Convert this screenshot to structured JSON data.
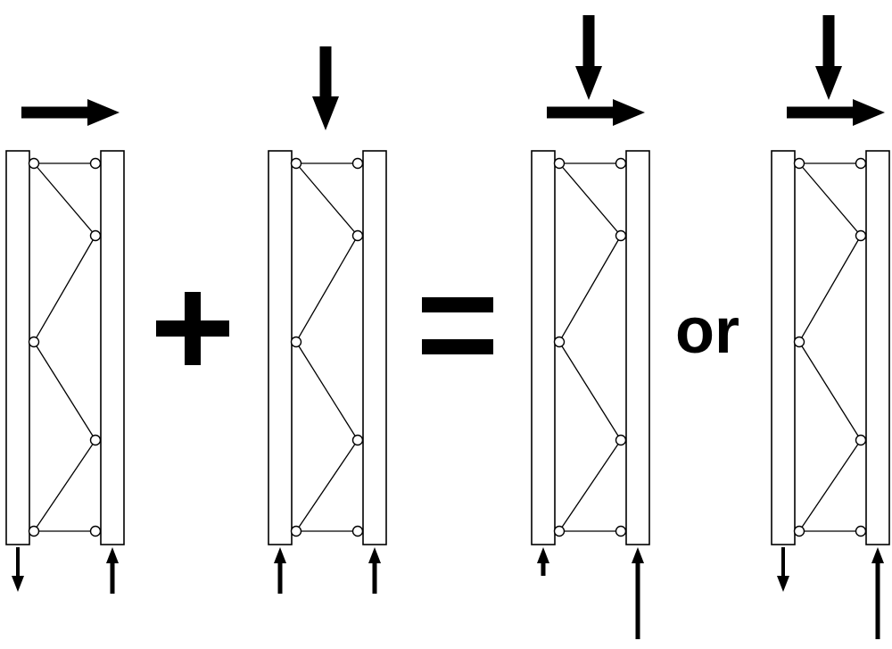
{
  "operators": {
    "plus": "+",
    "equals": "=",
    "or": "or"
  },
  "panels": [
    {
      "id": "lateral-load",
      "top_loads": [
        "horizontal"
      ],
      "left_reaction": "down",
      "right_reaction": "up",
      "right_reaction_size": "small"
    },
    {
      "id": "vertical-load",
      "top_loads": [
        "vertical"
      ],
      "left_reaction": "up",
      "right_reaction": "up",
      "right_reaction_size": "small"
    },
    {
      "id": "combined-case-a",
      "top_loads": [
        "vertical",
        "horizontal"
      ],
      "left_reaction": "up",
      "right_reaction": "up",
      "right_reaction_size": "large"
    },
    {
      "id": "combined-case-b",
      "top_loads": [
        "vertical",
        "horizontal"
      ],
      "left_reaction": "down",
      "right_reaction": "up",
      "right_reaction_size": "large"
    }
  ],
  "colors": {
    "stroke": "#000000",
    "fill": "#ffffff",
    "ink": "#000000"
  }
}
